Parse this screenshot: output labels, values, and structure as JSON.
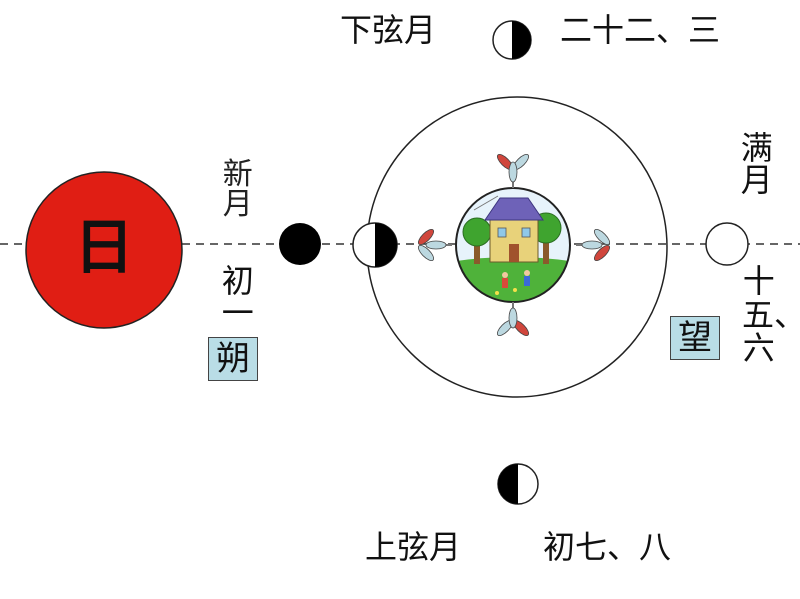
{
  "colors": {
    "sun": "#e01e14",
    "moon_dark": "#000000",
    "moon_light": "#ffffff",
    "box_bg": "#b9dde6",
    "earth_grass": "#4fb23a",
    "earth_sky": "#e7f3fb"
  },
  "sun": {
    "label": "日"
  },
  "phases": {
    "new_moon": {
      "name": "新月",
      "days": "初一",
      "term": "朔"
    },
    "first_quarter": {
      "name": "上弦月",
      "days": "初七、八"
    },
    "full_moon": {
      "name": "满月",
      "days": "十五、六",
      "term": "望"
    },
    "last_quarter": {
      "name": "下弦月",
      "days": "二十二、三"
    }
  }
}
